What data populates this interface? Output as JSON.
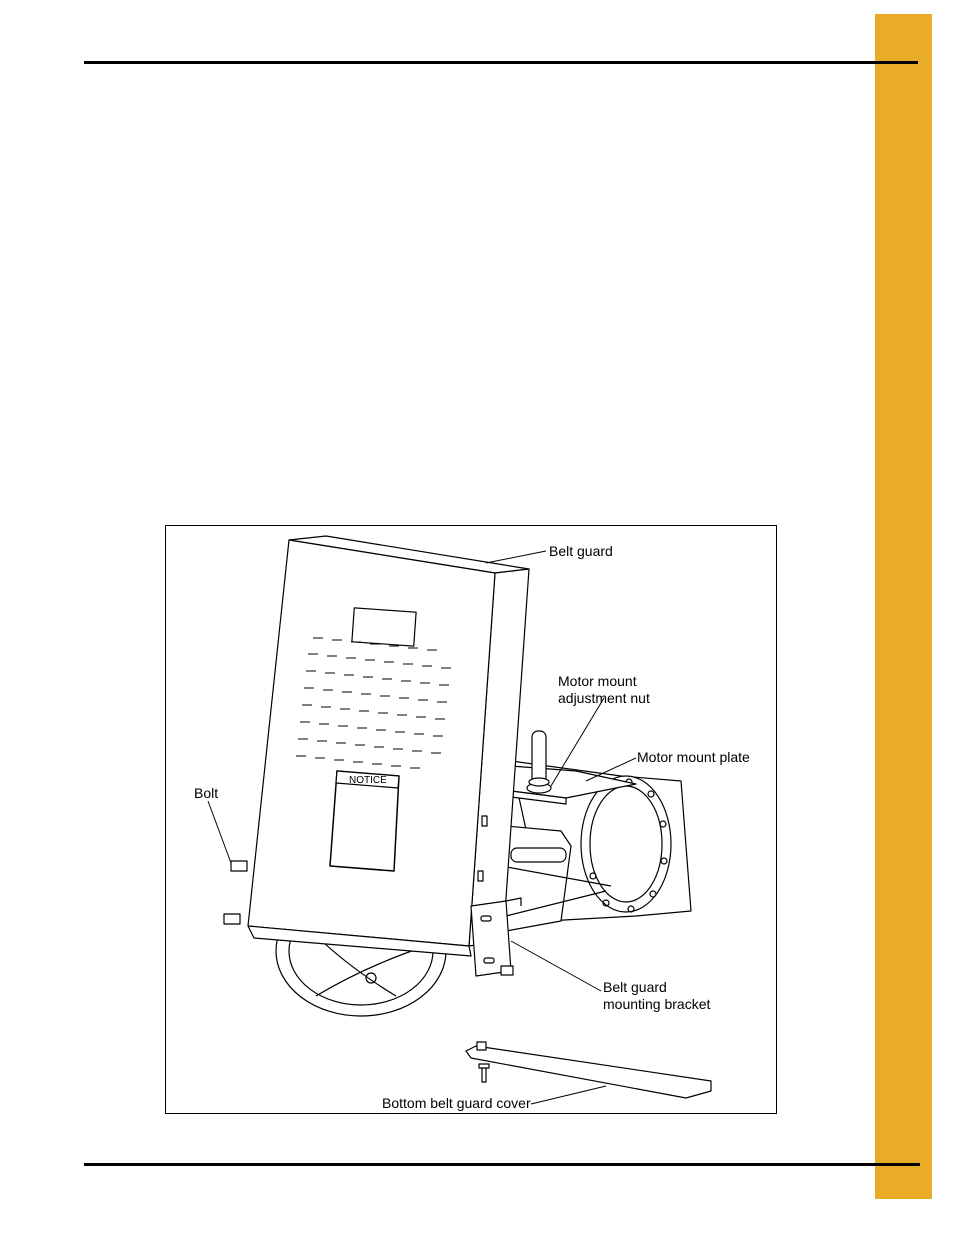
{
  "figure": {
    "labels": {
      "belt_guard": "Belt guard",
      "motor_mount_adjustment_nut": "Motor mount\nadjustment nut",
      "motor_mount_plate": "Motor mount plate",
      "bolt": "Bolt",
      "belt_guard_mounting_bracket": "Belt guard\nmounting bracket",
      "bottom_belt_guard_cover": "Bottom belt guard cover"
    },
    "decal_heading": "NOTICE"
  },
  "colors": {
    "side_tab": "#e9ac26",
    "rules": "#000000"
  }
}
